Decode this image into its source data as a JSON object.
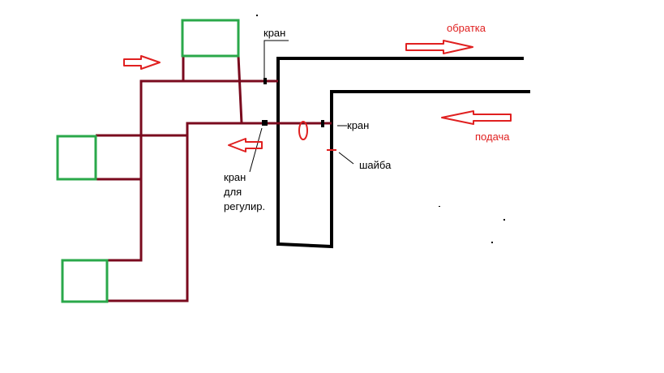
{
  "labels": {
    "valve_top": "кран",
    "return": "обратка",
    "valve_right": "кран",
    "supply": "подача",
    "washer": "шайба",
    "valve_reg_line1": "кран",
    "valve_reg_line2": "для",
    "valve_reg_line3": "регулир."
  },
  "colors": {
    "main_pipe": "#000000",
    "branch_pipe": "#7a0a1e",
    "radiator": "#2aa84a",
    "arrow": "#e02020",
    "text": "#000000",
    "text_accent": "#e02020"
  }
}
